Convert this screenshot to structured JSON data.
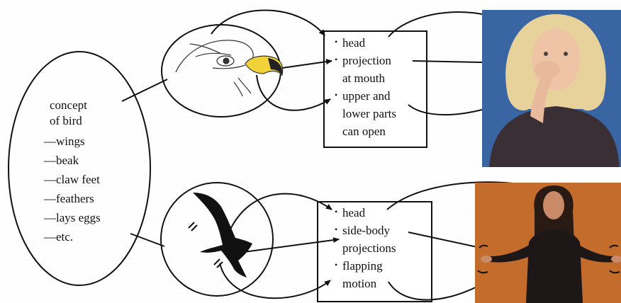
{
  "concept": {
    "title_line1": "concept",
    "title_line2": "of bird",
    "items": [
      "wings",
      "beak",
      "claw feet",
      "feathers",
      "lays eggs",
      "etc."
    ]
  },
  "top_features": {
    "items": [
      {
        "lines": [
          "head"
        ]
      },
      {
        "lines": [
          "projection",
          "at mouth"
        ]
      },
      {
        "lines": [
          "upper and",
          "lower parts",
          "can open"
        ]
      }
    ]
  },
  "bottom_features": {
    "items": [
      {
        "lines": [
          "head"
        ]
      },
      {
        "lines": [
          "side-body",
          "projections"
        ]
      },
      {
        "lines": [
          "flapping",
          "motion"
        ]
      }
    ]
  },
  "colors": {
    "beak": "#f2d23a",
    "photo_top_bg": "#3f6aa8",
    "photo_bottom_bg": "#c9702e",
    "line": "#111111"
  },
  "icons": {
    "top_image": "eagle-head",
    "bottom_image": "bird-silhouette",
    "top_photo": "signer-bird-sign",
    "bottom_photo": "signer-flapping-sign"
  }
}
